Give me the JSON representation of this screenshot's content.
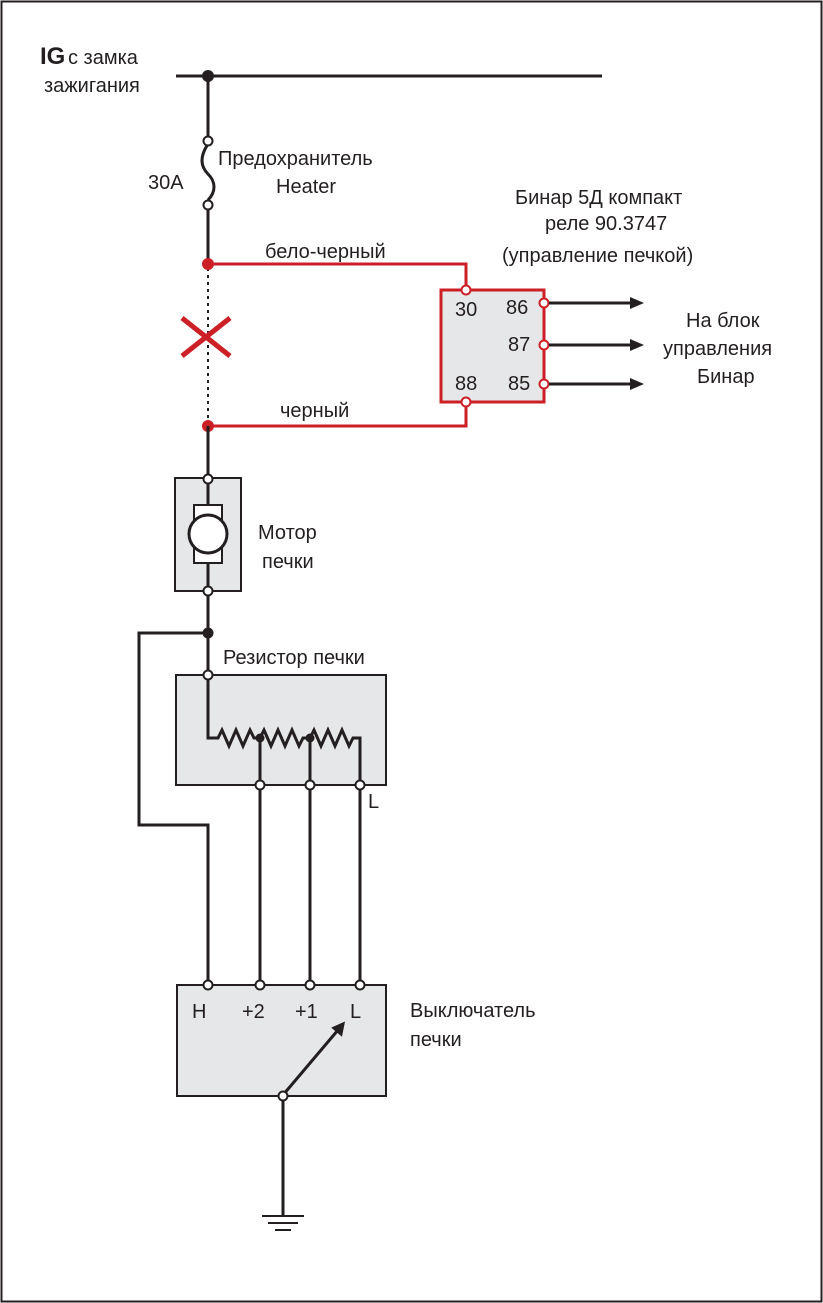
{
  "ignition": {
    "ig": "IG",
    "source_line1": "с замка",
    "source_line2": "зажигания"
  },
  "fuse": {
    "rating": "30A",
    "label_line1": "Предохранитель",
    "label_line2": "Heater"
  },
  "relay": {
    "title_line1": "Бинар 5Д компакт",
    "title_line2": "реле 90.3747",
    "title_line3": "(управление печкой)",
    "pins": {
      "p30": "30",
      "p86": "86",
      "p87": "87",
      "p88": "88",
      "p85": "85"
    }
  },
  "wires": {
    "white_black": "бело-черный",
    "black": "черный"
  },
  "binar_unit": {
    "line1": "На блок",
    "line2": "управления",
    "line3": "Бинар"
  },
  "motor": {
    "line1": "Мотор",
    "line2": "печки"
  },
  "resistor": {
    "label": "Резистор печки",
    "tap_l": "L"
  },
  "switch": {
    "title_line1": "Выключатель",
    "title_line2": "печки",
    "positions": {
      "h": "H",
      "p2": "+2",
      "p1": "+1",
      "l": "L"
    }
  },
  "colors": {
    "wire": "#231f20",
    "red_wire": "#cc1f26",
    "component_fill": "#e6e7e8"
  }
}
